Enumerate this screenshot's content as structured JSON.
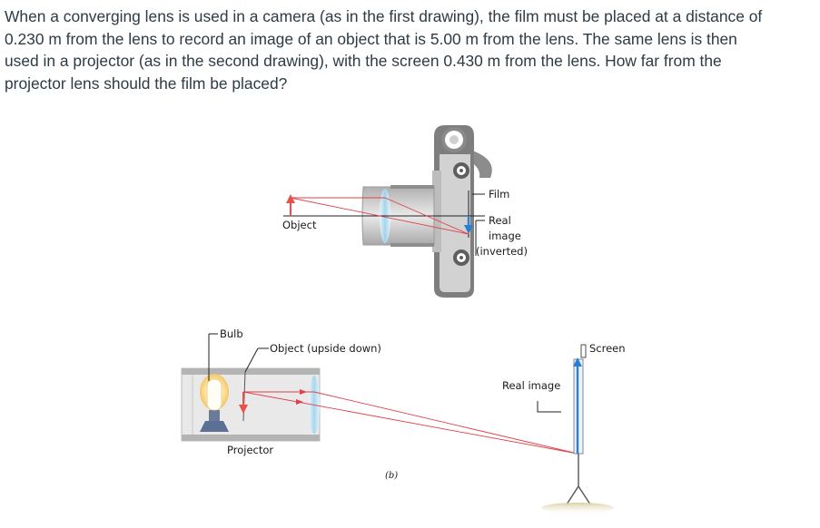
{
  "question": {
    "lines": [
      "When a converging lens is used in a camera (as in the first drawing), the film must be placed at a distance of",
      "0.230 m from the lens to record an image of an object that is 5.00 m from the lens. The same lens is then",
      "used in a projector (as in the second drawing), with the screen 0.430 m from the lens. How far from the",
      "projector lens should the film be placed?"
    ]
  },
  "camera": {
    "object_label": "Object",
    "film_label": "Film",
    "image_label_lines": [
      "Real",
      "image",
      "(inverted)"
    ]
  },
  "projector": {
    "bulb_label": "Bulb",
    "object_label": "Object (upside down)",
    "projector_label": "Projector",
    "real_image_label": "Real image",
    "screen_label": "Screen",
    "figure_label": "(b)"
  },
  "colors": {
    "ray": "#e0404a",
    "object_arrow": "#e8504a",
    "image_arrow": "#2a7fd4",
    "lens": "#bfe3f5",
    "body_gray": "#c8c8c8"
  }
}
